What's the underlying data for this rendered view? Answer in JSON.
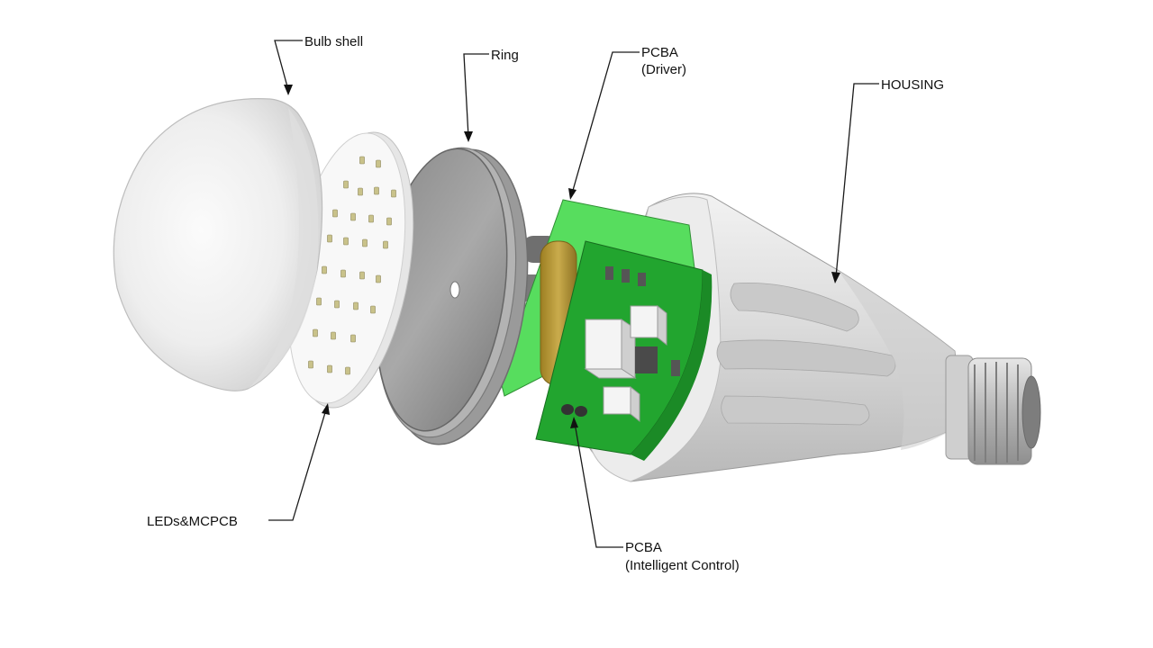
{
  "labels": {
    "bulb_shell": "Bulb shell",
    "ring": "Ring",
    "pcba_driver_line1": "PCBA",
    "pcba_driver_line2": "(Driver)",
    "housing": "HOUSING",
    "leds_mcpcb": "LEDs&MCPCB",
    "pcba_control_line1": "PCBA",
    "pcba_control_line2": "(Intelligent Control)"
  },
  "colors": {
    "pcb_green": "#22a52f",
    "pcb_light_green": "#57dd5e",
    "housing_silver": "#d9d9d9",
    "capacitor_amber": "#b99a3a"
  }
}
